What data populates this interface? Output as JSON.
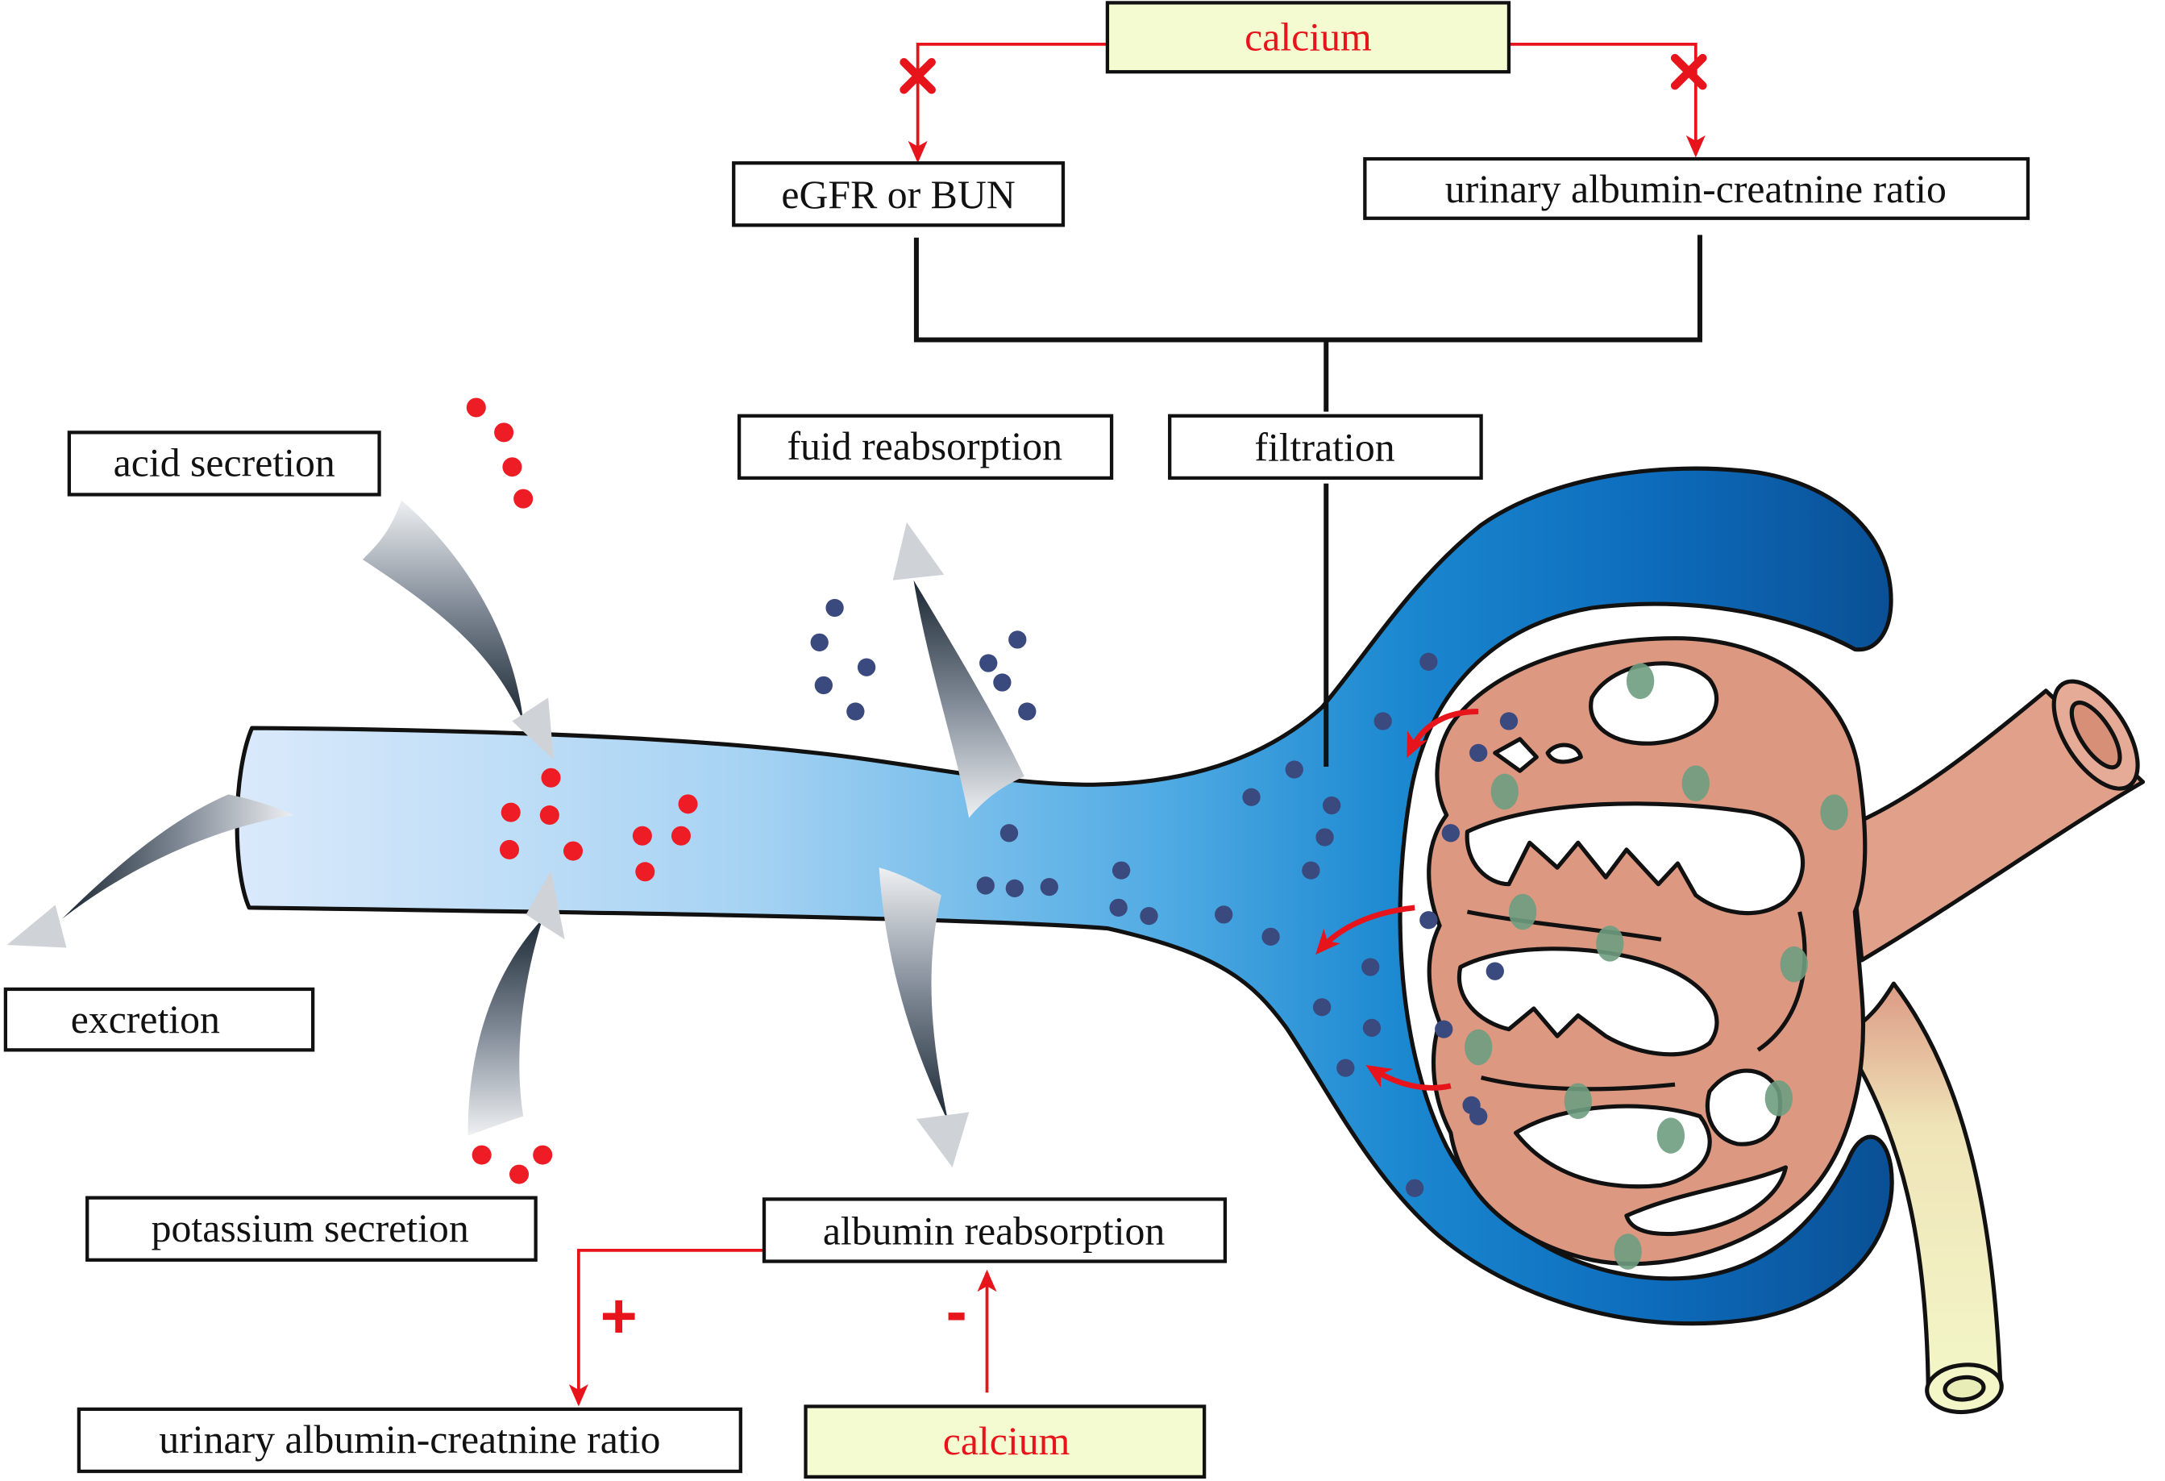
{
  "labels": {
    "calcium_top": "calcium",
    "egfr_bun": "eGFR or BUN",
    "uacr_top": "urinary albumin-creatnine ratio",
    "filtration": "filtration",
    "fluid_reabsorption": "fuid reabsorption",
    "acid_secretion": "acid secretion",
    "excretion": "excretion",
    "potassium_secretion": "potassium secretion",
    "albumin_reabsorption": "albumin reabsorption",
    "uacr_bottom": "urinary albumin-creatnine ratio",
    "calcium_bottom": "calcium"
  },
  "signs": {
    "plus": "+",
    "minus": "-"
  },
  "colors": {
    "calcium_box": "#f4fbd0",
    "accent_red": "#e8141c",
    "red_dot": "#ee1c24",
    "blue_dot": "#3b4a7e"
  }
}
